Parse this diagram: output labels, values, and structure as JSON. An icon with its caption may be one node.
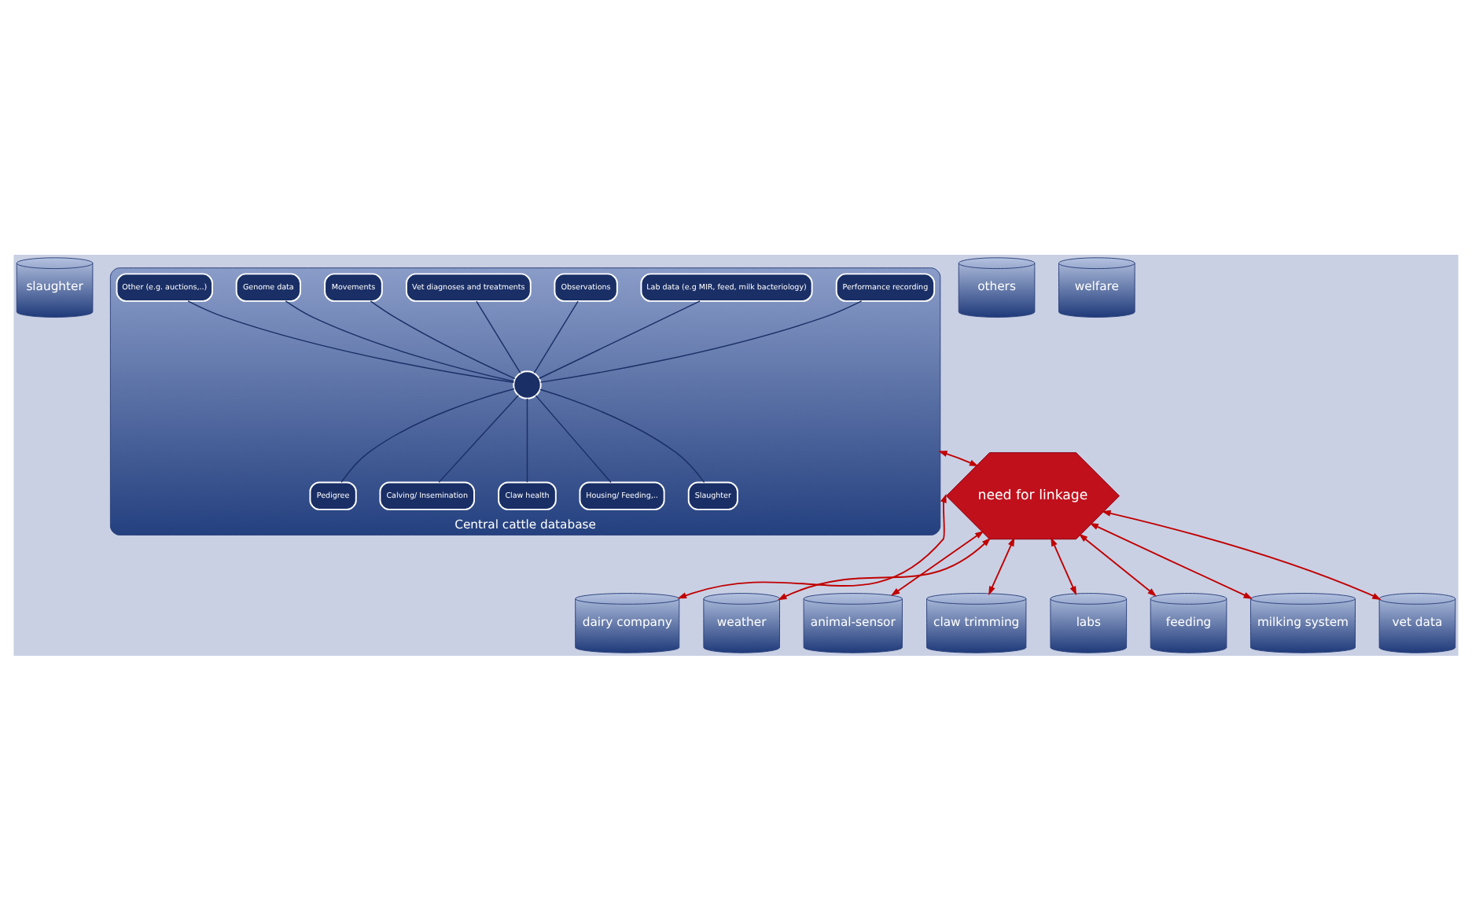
{
  "diagram": {
    "nodes": [
      {
        "text": [
          "slaughter"
        ]
      },
      {
        "text": [
          "dairy company"
        ]
      },
      {
        "text": [
          "weather"
        ]
      },
      {
        "text": [
          "animal-sensor"
        ]
      },
      {
        "text": [
          "claw trimming"
        ]
      },
      {
        "text": [
          "others"
        ]
      },
      {
        "text": [
          "labs"
        ]
      },
      {
        "text": [
          "need for linkage"
        ]
      },
      {
        "text": [
          "Central cattle database"
        ]
      },
      {
        "text": [
          "Performance recording"
        ],
        "in": 8
      },
      {
        "text": [
          "Pedigree"
        ],
        "in": 8
      },
      {
        "text": [
          "Lab data (e.g MIR, feed, milk bacteriology)"
        ],
        "in": 8
      },
      {
        "text": [
          "Calving/ Insemination"
        ],
        "in": 8
      },
      {
        "text": [
          "Observations"
        ],
        "in": 8
      },
      {
        "text": [],
        "shape": "circle",
        "in": 8
      },
      {
        "text": [
          "Claw health"
        ],
        "in": 8
      },
      {
        "text": [
          "Vet diagnoses and treatments"
        ],
        "in": 8
      },
      {
        "text": [
          "Movements"
        ],
        "in": 8
      },
      {
        "text": [
          "Housing/ Feeding,.."
        ],
        "in": 8
      },
      {
        "text": [
          "Genome data"
        ],
        "in": 8
      },
      {
        "text": [
          "Slaughter"
        ],
        "in": 8
      },
      {
        "text": [
          "Other (e.g. auctions,..)"
        ],
        "in": 8
      },
      {
        "text": [
          "feeding"
        ]
      },
      {
        "text": [
          "milking system"
        ]
      },
      {
        "text": [
          "vet data"
        ]
      },
      {
        "text": [
          "welfare"
        ]
      }
    ],
    "edges": [
      {
        "from": 9,
        "to": 14,
        "arrow": "none"
      },
      {
        "from": 14,
        "to": 10,
        "arrow": "none"
      },
      {
        "from": 11,
        "to": 14,
        "arrow": "none"
      },
      {
        "from": 14,
        "to": 12,
        "arrow": "none"
      },
      {
        "from": 13,
        "to": 14,
        "arrow": "none"
      },
      {
        "from": 14,
        "to": 15,
        "arrow": "none"
      },
      {
        "from": 16,
        "to": 14,
        "arrow": "none"
      },
      {
        "from": 17,
        "to": 14,
        "arrow": "none"
      },
      {
        "from": 14,
        "to": 18,
        "arrow": "none"
      },
      {
        "from": 19,
        "to": 14,
        "arrow": "none"
      },
      {
        "from": 14,
        "to": 20,
        "arrow": "none"
      },
      {
        "from": 21,
        "to": 14,
        "arrow": "none"
      },
      {
        "from": 8,
        "to": 7,
        "arrow": "both",
        "color": "#c00000"
      },
      {
        "from": 7,
        "to": 1,
        "arrow": "both",
        "color": "#c00000"
      },
      {
        "from": 7,
        "to": 2,
        "arrow": "both",
        "color": "#c00000"
      },
      {
        "from": 7,
        "to": 4,
        "arrow": "both",
        "color": "#c00000"
      },
      {
        "from": 7,
        "to": 3,
        "arrow": "both",
        "color": "#c00000"
      },
      {
        "from": 7,
        "to": 6,
        "arrow": "both",
        "color": "#c00000"
      },
      {
        "from": 7,
        "to": 22,
        "arrow": "both",
        "color": "#c00000"
      },
      {
        "from": 7,
        "to": 23,
        "arrow": "both",
        "color": "#c00000"
      },
      {
        "from": 7,
        "to": 24,
        "arrow": "both",
        "color": "#c00000"
      }
    ]
  }
}
